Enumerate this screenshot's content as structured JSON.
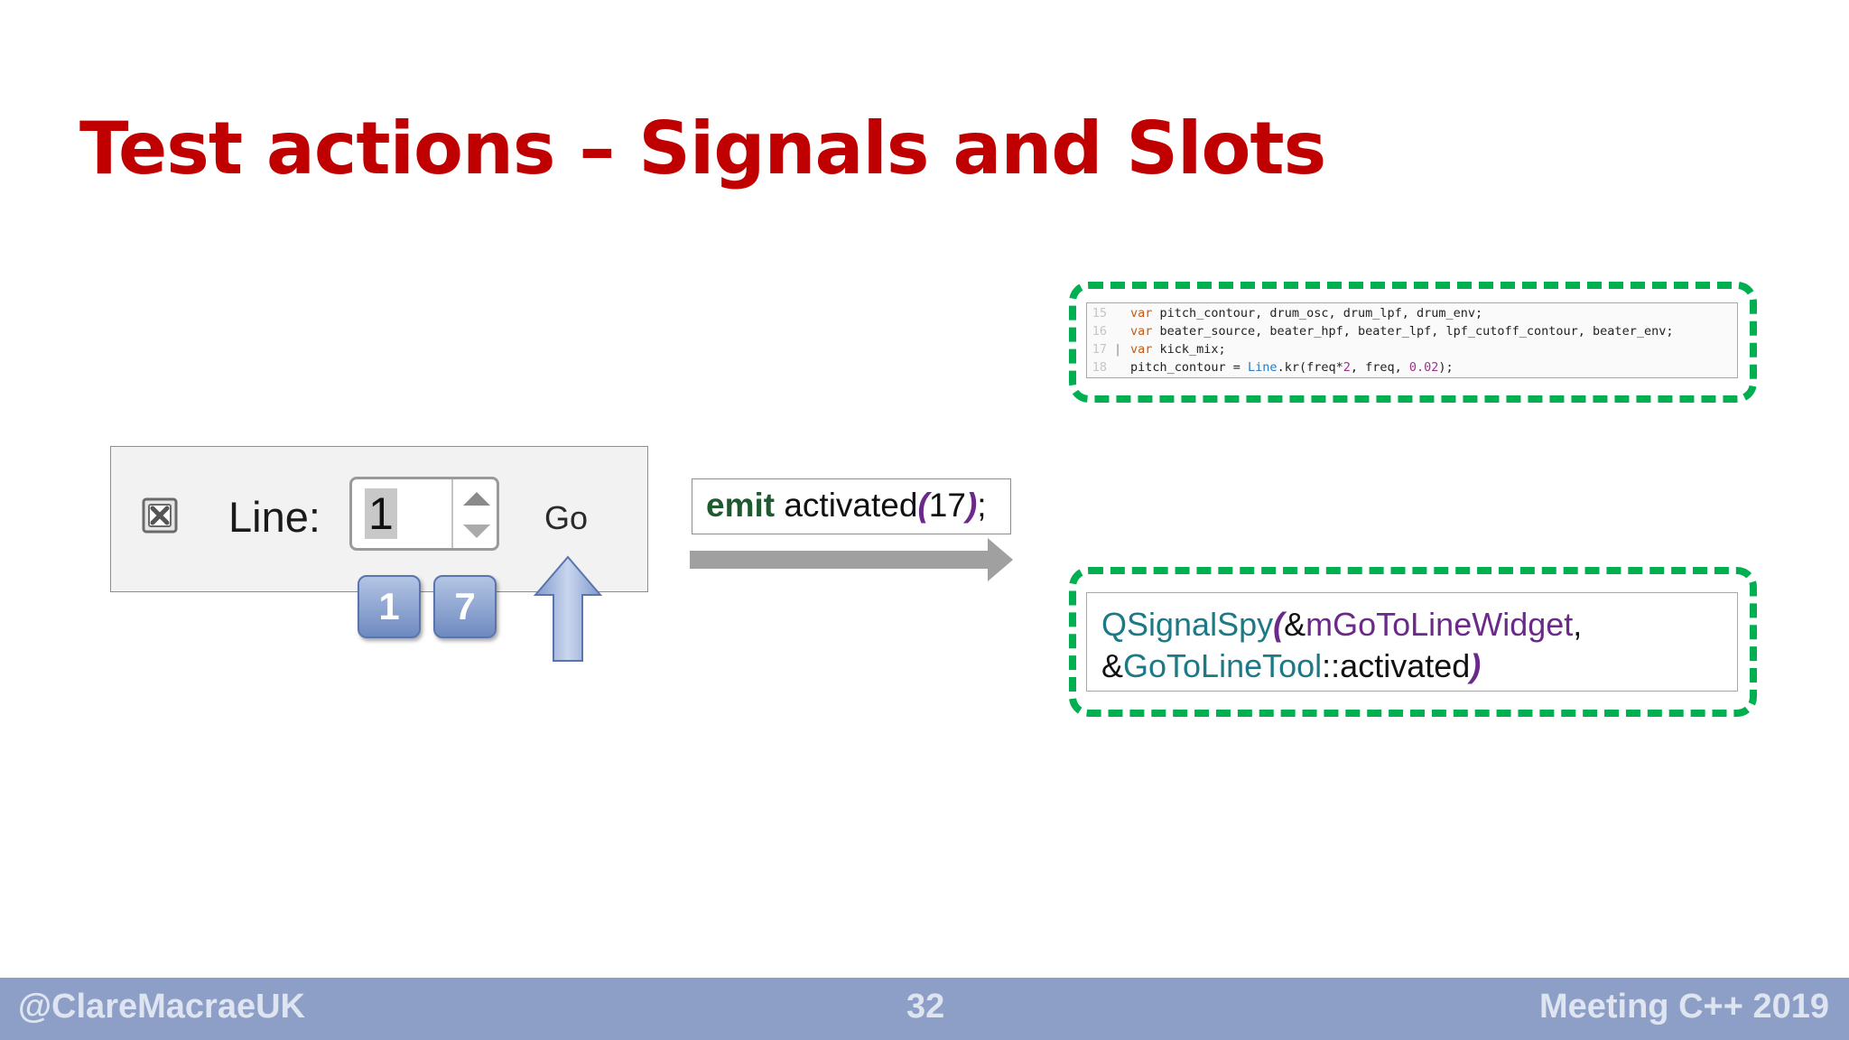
{
  "slide": {
    "title": "Test actions – Signals and Slots"
  },
  "widget": {
    "line_label": "Line:",
    "line_value": "1",
    "go_label": "Go",
    "close_icon": "close-box-icon",
    "stepper_up_icon": "triangle-up-icon",
    "stepper_down_icon": "triangle-down-icon"
  },
  "keys": {
    "first": "1",
    "second": "7",
    "arrow_icon": "arrow-up-icon"
  },
  "emit": {
    "keyword": "emit",
    "call": "activated",
    "paren_open": "(",
    "arg": "17",
    "paren_close": ")",
    "tail": ";"
  },
  "code_snippet": {
    "lines": [
      {
        "number": "15",
        "keyword": "var",
        "text": " pitch_contour, drum_osc, drum_lpf, drum_env;"
      },
      {
        "number": "16",
        "keyword": "var",
        "text": " beater_source, beater_hpf, beater_lpf, lpf_cutoff_contour, beater_env;"
      },
      {
        "number": "17",
        "keyword": "var",
        "text": " kick_mix;"
      },
      {
        "number": "18",
        "prefix": "pitch_contour = ",
        "class_name": "Line",
        "middle": ".kr(freq*",
        "num1": "2",
        "sep": ", freq, ",
        "num2": "0.02",
        "suffix": ");"
      }
    ]
  },
  "spy": {
    "class_name": "QSignalSpy",
    "paren_open": "(",
    "arg1_amp": "&",
    "arg1_name": "mGoToLineWidget",
    "comma": ",",
    "arg2_amp": "&",
    "arg2_class": "GoToLineTool",
    "arg2_member": "::activated",
    "paren_close": ")"
  },
  "footer": {
    "handle": "@ClareMacraeUK",
    "page_number": "32",
    "event": "Meeting C++ 2019"
  },
  "colors": {
    "title": "#c00000",
    "dashed_frame": "#00b050",
    "footer_bg": "#8d9fc7",
    "footer_text": "#dfe5f0",
    "key_blue": "#7f98cc",
    "teal": "#1b7a86",
    "purple": "#6b2a8a"
  }
}
